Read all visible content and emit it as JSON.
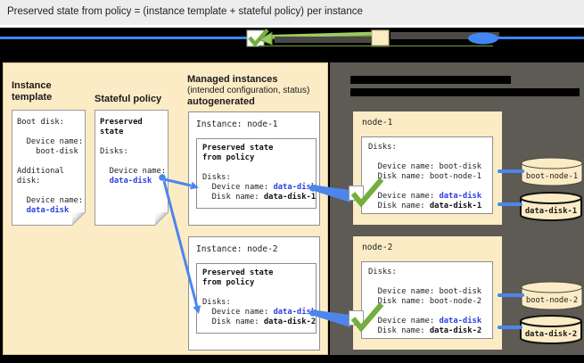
{
  "window": {
    "title": "Preserved state from policy = (instance template + stateful policy) per instance"
  },
  "legend": {
    "note": "black strip legend; label text is illegible (black on black)",
    "icons": [
      "checkbox-check-icon",
      "apply-arrow-icon",
      "template-swatch-icon",
      "disk-icon"
    ]
  },
  "colors": {
    "panel_beige": "#FBECC6",
    "panel_dark": "#5E5A54",
    "accent_blue": "#4285F4",
    "connector_blue": "#4C86EA",
    "link_blue": "#2B3FE0",
    "check_green": "#74AE3D"
  },
  "left_panel": {
    "heading_instance_template": "Instance template",
    "heading_stateful_policy": "Stateful policy",
    "heading_managed_instances": "Managed instances",
    "heading_managed_sub": "(intended configuration, status)",
    "heading_managed_autogenerated": "autogenerated",
    "instance_template_card": {
      "lines": [
        [
          {
            "t": "Boot disk:"
          }
        ],
        [],
        [
          {
            "t": "  Device name:"
          }
        ],
        [
          {
            "t": "    boot-disk"
          }
        ],
        [],
        [
          {
            "t": "Additional"
          }
        ],
        [
          {
            "t": "disk:"
          }
        ],
        [],
        [
          {
            "t": "  Device name:"
          }
        ],
        [
          {
            "t": "  "
          },
          {
            "t": "data-disk",
            "s": "blue"
          }
        ]
      ]
    },
    "stateful_policy_card": {
      "lines": [
        [
          {
            "t": "Preserved",
            "s": "bold"
          }
        ],
        [
          {
            "t": "state",
            "s": "bold"
          }
        ],
        [],
        [
          {
            "t": "Disks:"
          }
        ],
        [],
        [
          {
            "t": "  Device name:"
          }
        ],
        [
          {
            "t": "  "
          },
          {
            "t": "data-disk",
            "s": "blue"
          }
        ]
      ]
    },
    "instances": [
      {
        "title": "Instance: node-1",
        "lines": [
          [
            {
              "t": "Preserved state",
              "s": "bold"
            }
          ],
          [
            {
              "t": "from policy",
              "s": "bold"
            }
          ],
          [],
          [
            {
              "t": "Disks:"
            }
          ],
          [
            {
              "t": "  Device name: "
            },
            {
              "t": "data-disk",
              "s": "blue"
            }
          ],
          [
            {
              "t": "  Disk name: "
            },
            {
              "t": "data-disk-1",
              "s": "bold"
            }
          ]
        ]
      },
      {
        "title": "Instance: node-2",
        "lines": [
          [
            {
              "t": "Preserved state",
              "s": "bold"
            }
          ],
          [
            {
              "t": "from policy",
              "s": "bold"
            }
          ],
          [],
          [
            {
              "t": "Disks:"
            }
          ],
          [
            {
              "t": "  Device name: "
            },
            {
              "t": "data-disk",
              "s": "blue"
            }
          ],
          [
            {
              "t": "  Disk name: "
            },
            {
              "t": "data-disk-2",
              "s": "bold"
            }
          ]
        ]
      }
    ]
  },
  "right_panel": {
    "heading_illegible_lines": 2,
    "nodes": [
      {
        "title": "node-1",
        "lines": [
          [
            {
              "t": "Disks:"
            }
          ],
          [],
          [
            {
              "t": "  Device name: boot-disk"
            }
          ],
          [
            {
              "t": "  Disk name: boot-node-1"
            }
          ],
          [],
          [
            {
              "t": "  Device name: "
            },
            {
              "t": "data-disk",
              "s": "blue"
            }
          ],
          [
            {
              "t": "  Disk name: "
            },
            {
              "t": "data-disk-1",
              "s": "bold"
            }
          ]
        ]
      },
      {
        "title": "node-2",
        "lines": [
          [
            {
              "t": "Disks:"
            }
          ],
          [],
          [
            {
              "t": "  Device name: boot-disk"
            }
          ],
          [
            {
              "t": "  Disk name: boot-node-2"
            }
          ],
          [],
          [
            {
              "t": "  Device name: "
            },
            {
              "t": "data-disk",
              "s": "blue"
            }
          ],
          [
            {
              "t": "  Disk name: "
            },
            {
              "t": "data-disk-2",
              "s": "bold"
            }
          ]
        ]
      }
    ],
    "disks": [
      {
        "label": "boot-node-1",
        "emphasis": false
      },
      {
        "label": "data-disk-1",
        "emphasis": true
      },
      {
        "label": "boot-node-2",
        "emphasis": false
      },
      {
        "label": "data-disk-2",
        "emphasis": true
      }
    ]
  }
}
